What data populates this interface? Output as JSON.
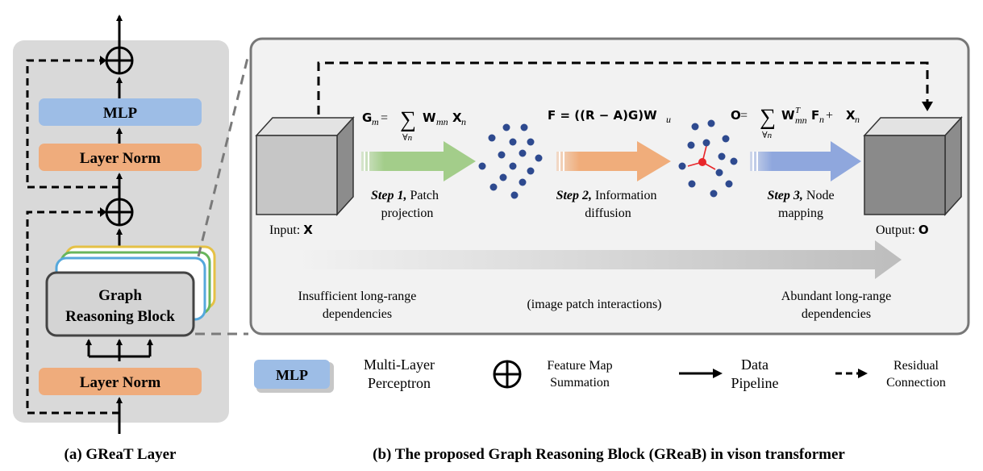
{
  "left_panel": {
    "mlp_label": "MLP",
    "layer_norm_top_label": "Layer Norm",
    "grb_line1": "Graph",
    "grb_line2": "Reasoning Block",
    "layer_norm_bottom_label": "Layer Norm",
    "caption": "(a) GReaT Layer"
  },
  "right_panel": {
    "input_label_prefix": "Input: ",
    "input_label_var": "X",
    "output_label_prefix": "Output: ",
    "output_label_var": "O",
    "formula1": {
      "lhs": "G",
      "lhs_sub": "m",
      "eq": " = ",
      "sum_sub": "∀n",
      "w": "W",
      "w_sub": "mn",
      "x": "X",
      "x_sub": "n"
    },
    "formula2": {
      "text": "F = ((R − A)G)W",
      "sub": "u"
    },
    "formula3": {
      "lhs": "O",
      "eq": " = ",
      "sum_sub": "∀n",
      "w": "W",
      "w_sup": "T",
      "w_sub": "mn",
      "f": "F",
      "f_sub": "n",
      "plus": " + ",
      "x": "X",
      "x_sub": "n"
    },
    "step1_bold": "Step 1,",
    "step1_rest": " Patch",
    "step1_line2": "projection",
    "step2_bold": "Step 2,",
    "step2_rest": " Information",
    "step2_line2": "diffusion",
    "step3_bold": "Step 3,",
    "step3_rest": " Node",
    "step3_line2": "mapping",
    "insufficient_line1": "Insufficient long-range",
    "insufficient_line2": "dependencies",
    "interactions": "(image patch interactions)",
    "abundant_line1": "Abundant long-range",
    "abundant_line2": "dependencies"
  },
  "legend": {
    "mlp_box": "MLP",
    "mlp_desc_line1": "Multi-Layer",
    "mlp_desc_line2": "Perceptron",
    "sum_desc_line1": "Feature Map",
    "sum_desc_line2": "Summation",
    "data_line1": "Data",
    "data_line2": "Pipeline",
    "residual_line1": "Residual",
    "residual_line2": "Connection"
  },
  "caption_b": "(b) The proposed Graph Reasoning Block (GReaB) in vison transformer",
  "colors": {
    "mlp_blue": "#9dbde6",
    "layer_norm_orange": "#efac7c",
    "panel_gray": "#d9d9d9",
    "step1_green": "#a3cd8a",
    "step2_orange": "#f0ad7b",
    "step3_blue": "#8fa7dd",
    "node_blue": "#2e4a8f",
    "center_red": "#e8262a"
  }
}
